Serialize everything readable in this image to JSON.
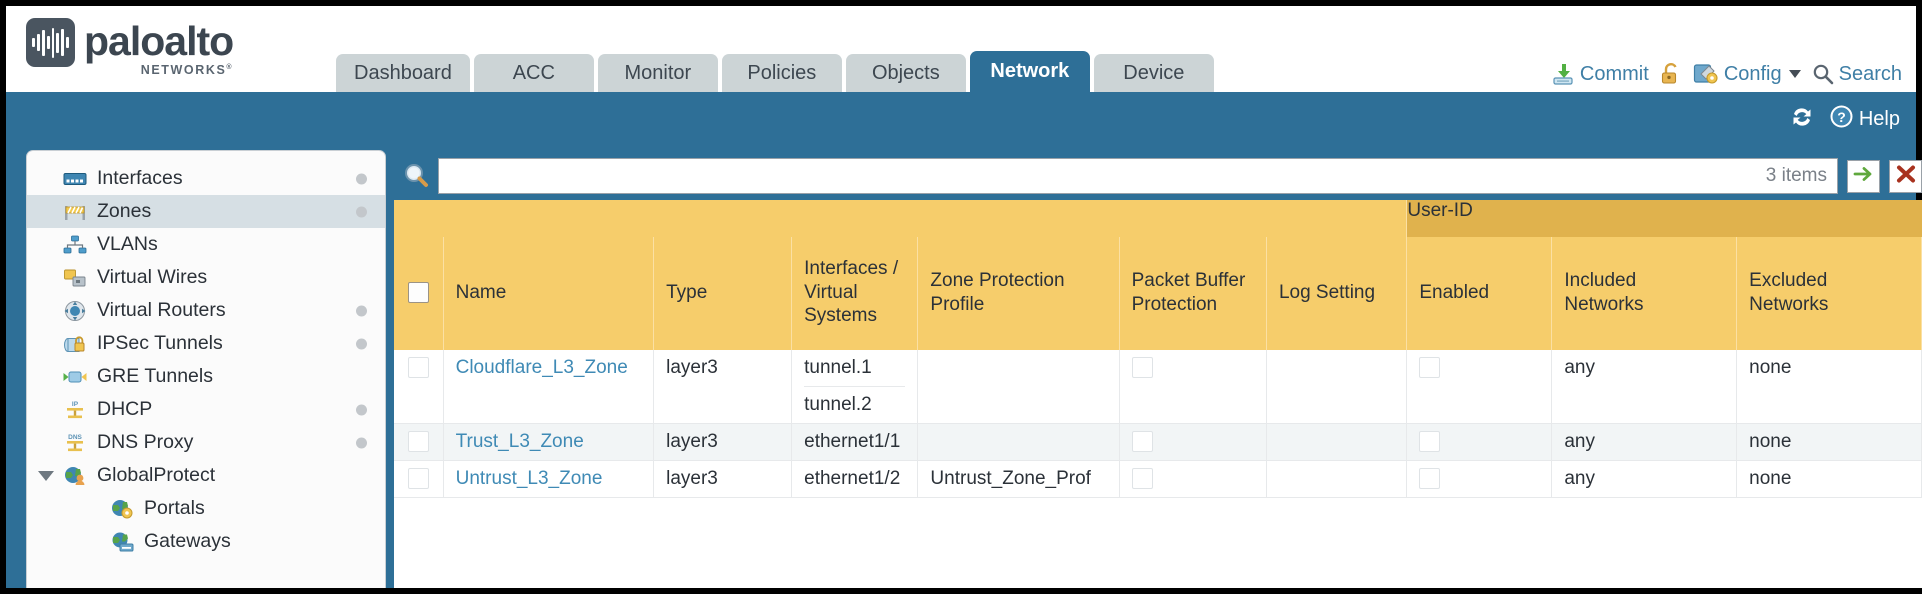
{
  "brand": {
    "name": "paloalto",
    "tagline": "NETWORKS",
    "registered": "®",
    "logo_icon": "paloalto-waveform-logo"
  },
  "header": {
    "tabs": [
      {
        "label": "Dashboard",
        "active": false
      },
      {
        "label": "ACC",
        "active": false
      },
      {
        "label": "Monitor",
        "active": false
      },
      {
        "label": "Policies",
        "active": false
      },
      {
        "label": "Objects",
        "active": false
      },
      {
        "label": "Network",
        "active": true
      },
      {
        "label": "Device",
        "active": false
      }
    ],
    "actions": {
      "commit": "Commit",
      "commit_icon": "commit-save-icon",
      "lock_icon": "padlock-icon",
      "config": "Config",
      "config_icon": "config-wrench-icon",
      "config_caret": "chevron-down-icon",
      "search": "Search",
      "search_icon": "magnifier-icon"
    }
  },
  "toolbar": {
    "refresh_icon": "refresh-icon",
    "help": "Help",
    "help_icon": "help-question-icon"
  },
  "sidebar": {
    "items": [
      {
        "label": "Interfaces",
        "icon": "interfaces-icon",
        "selected": false,
        "dot": true,
        "sub": false,
        "expandable": false
      },
      {
        "label": "Zones",
        "icon": "zones-barrier-icon",
        "selected": true,
        "dot": true,
        "sub": false,
        "expandable": false
      },
      {
        "label": "VLANs",
        "icon": "vlans-network-icon",
        "selected": false,
        "dot": false,
        "sub": false,
        "expandable": false
      },
      {
        "label": "Virtual Wires",
        "icon": "virtual-wires-icon",
        "selected": false,
        "dot": false,
        "sub": false,
        "expandable": false
      },
      {
        "label": "Virtual Routers",
        "icon": "virtual-routers-icon",
        "selected": false,
        "dot": true,
        "sub": false,
        "expandable": false
      },
      {
        "label": "IPSec Tunnels",
        "icon": "ipsec-tunnels-icon",
        "selected": false,
        "dot": true,
        "sub": false,
        "expandable": false
      },
      {
        "label": "GRE Tunnels",
        "icon": "gre-tunnels-icon",
        "selected": false,
        "dot": false,
        "sub": false,
        "expandable": false
      },
      {
        "label": "DHCP",
        "icon": "dhcp-icon",
        "selected": false,
        "dot": true,
        "sub": false,
        "expandable": false
      },
      {
        "label": "DNS Proxy",
        "icon": "dns-proxy-icon",
        "selected": false,
        "dot": true,
        "sub": false,
        "expandable": false
      },
      {
        "label": "GlobalProtect",
        "icon": "globalprotect-icon",
        "selected": false,
        "dot": false,
        "sub": false,
        "expandable": true
      },
      {
        "label": "Portals",
        "icon": "portals-icon",
        "selected": false,
        "dot": false,
        "sub": true,
        "expandable": false
      },
      {
        "label": "Gateways",
        "icon": "gateways-icon",
        "selected": false,
        "dot": false,
        "sub": true,
        "expandable": false
      }
    ]
  },
  "search": {
    "icon": "magnifier-icon",
    "value": "",
    "placeholder": "",
    "items_count": "3 items",
    "apply_icon": "green-arrow-icon",
    "clear_icon": "red-x-icon"
  },
  "table": {
    "group_header": {
      "label": "User-ID",
      "span": 3
    },
    "columns": [
      "Name",
      "Type",
      "Interfaces / Virtual Systems",
      "Zone Protection Profile",
      "Packet Buffer Protection",
      "Log Setting",
      "Enabled",
      "Included Networks",
      "Excluded Networks"
    ],
    "select_all_checked": false,
    "rows": [
      {
        "selected": false,
        "name": "Cloudflare_L3_Zone",
        "type": "layer3",
        "interfaces": [
          "tunnel.1",
          "tunnel.2"
        ],
        "zone_protection_profile": "",
        "packet_buffer_protection": false,
        "log_setting": "",
        "userid_enabled": false,
        "included_networks": "any",
        "excluded_networks": "none"
      },
      {
        "selected": false,
        "name": "Trust_L3_Zone",
        "type": "layer3",
        "interfaces": [
          "ethernet1/1"
        ],
        "zone_protection_profile": "",
        "packet_buffer_protection": false,
        "log_setting": "",
        "userid_enabled": false,
        "included_networks": "any",
        "excluded_networks": "none"
      },
      {
        "selected": false,
        "name": "Untrust_L3_Zone",
        "type": "layer3",
        "interfaces": [
          "ethernet1/2"
        ],
        "zone_protection_profile": "Untrust_Zone_Prof",
        "packet_buffer_protection": false,
        "log_setting": "",
        "userid_enabled": false,
        "included_networks": "any",
        "excluded_networks": "none"
      }
    ]
  },
  "colors": {
    "brand_blue": "#2e6f97",
    "header_amber": "#f6cd6b",
    "group_amber": "#e0b24d",
    "link_blue": "#3f8ab5",
    "tab_grey": "#ccd4d6"
  }
}
